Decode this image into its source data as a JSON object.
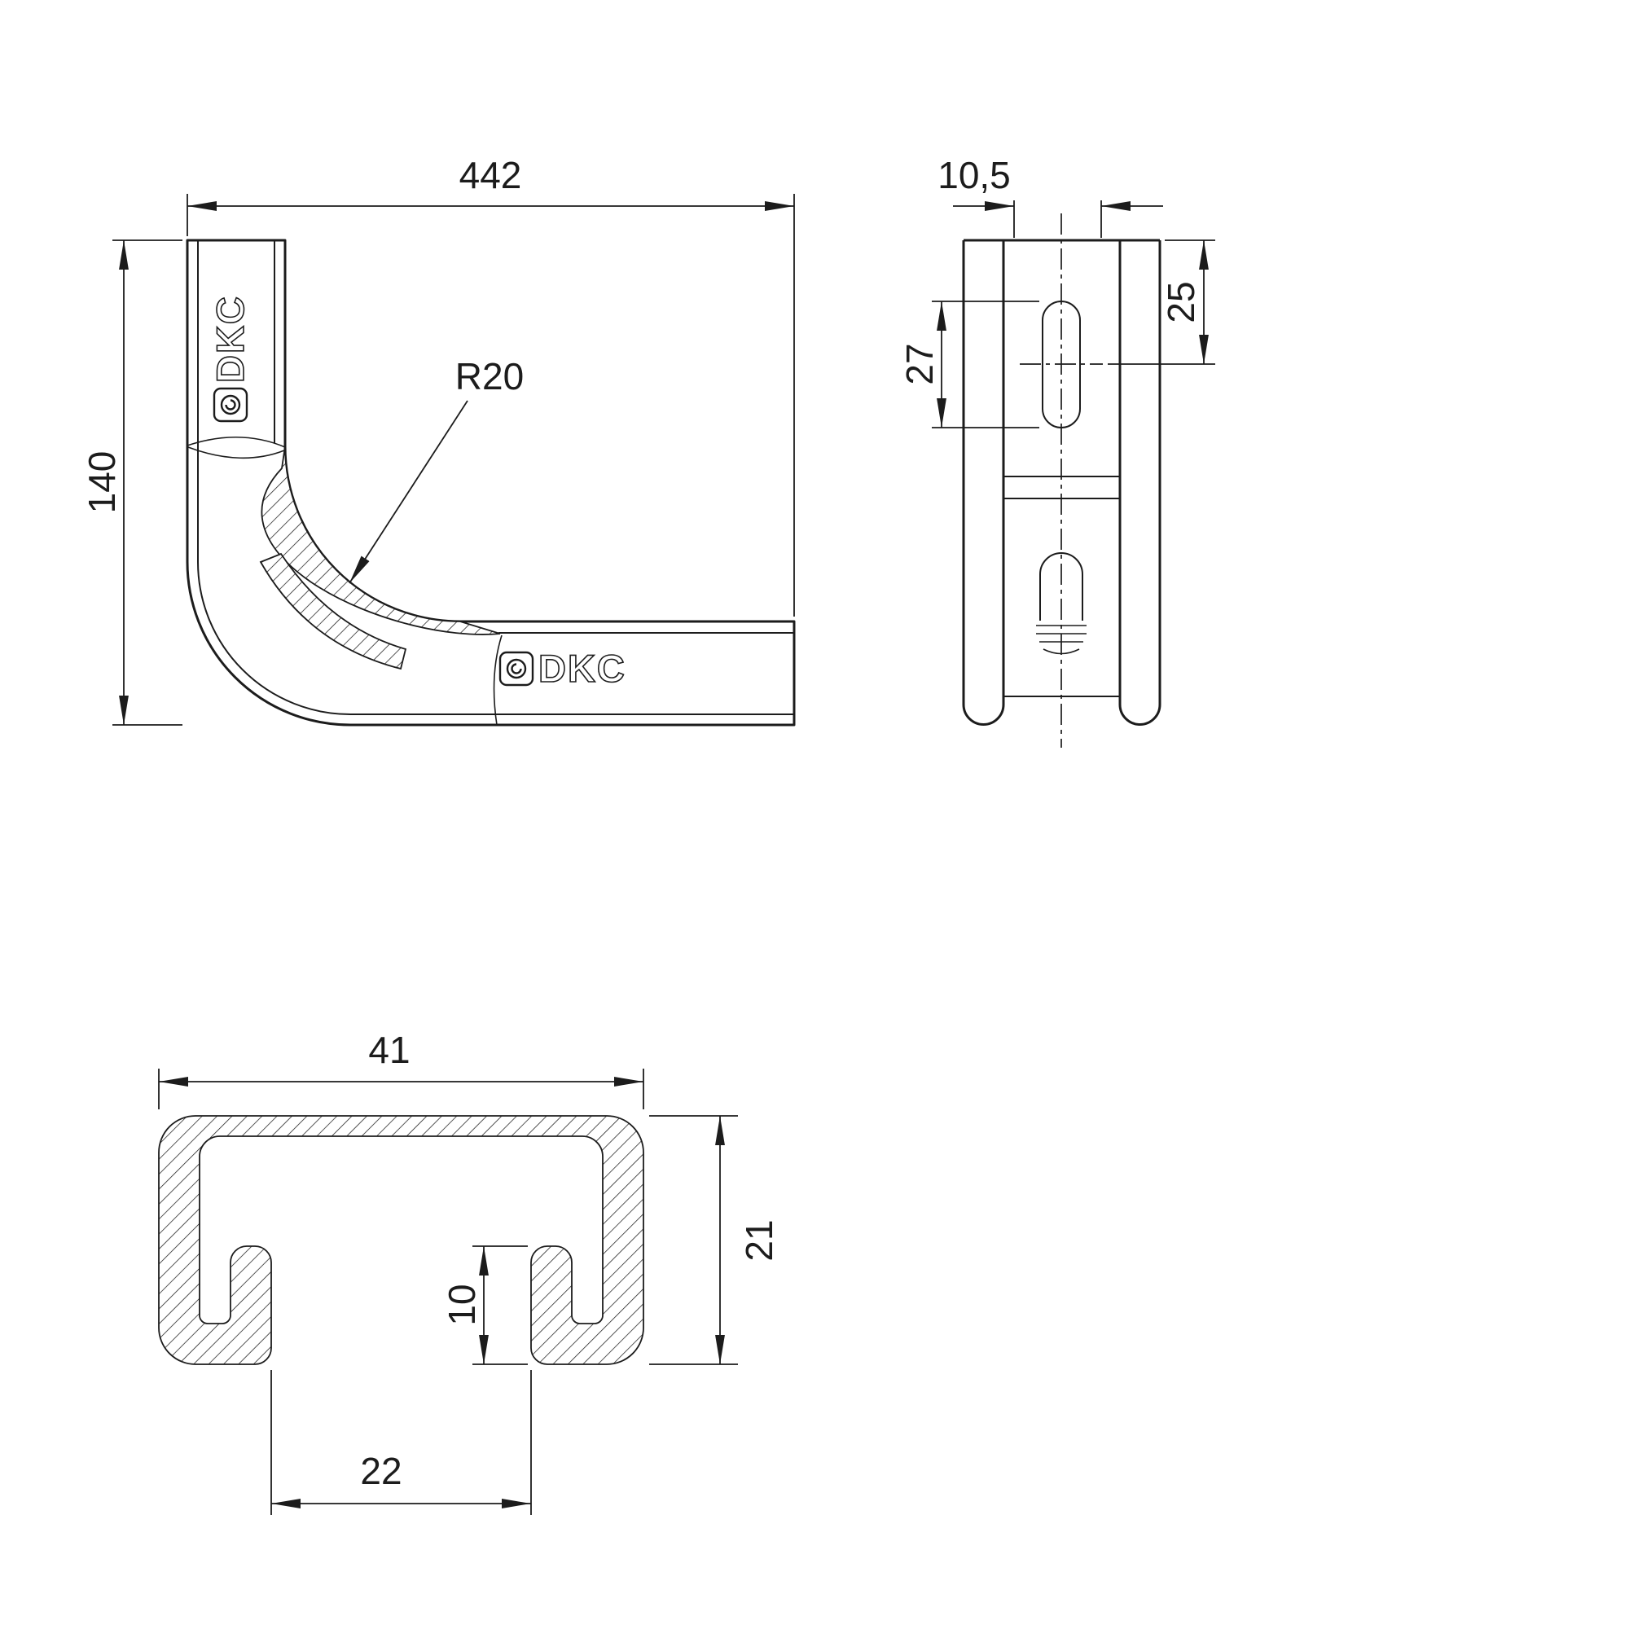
{
  "brand": "DKC",
  "colors": {
    "line": "#1c1c1c",
    "background": "#ffffff"
  },
  "views": {
    "front": {
      "label": "front-view",
      "dims": {
        "width": "442",
        "height": "140",
        "inner_radius": "R20"
      },
      "logo_vertical": "DKC",
      "logo_horizontal": "DKC"
    },
    "side": {
      "label": "side-view",
      "dims": {
        "slot_width": "10,5",
        "slot_center_offset": "25",
        "slot_length": "27"
      }
    },
    "section": {
      "label": "profile-section",
      "dims": {
        "width": "41",
        "height": "21",
        "lip_height": "10",
        "opening": "22"
      }
    }
  }
}
